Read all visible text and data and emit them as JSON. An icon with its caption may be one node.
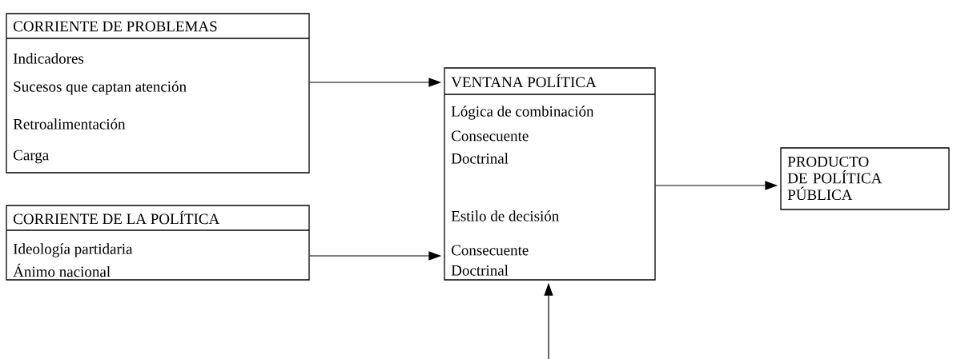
{
  "diagram": {
    "nodes": [
      {
        "text": [
          "CORRIENTE DE PROBLEMAS",
          "Indicadores",
          "Sucesos que captan atención",
          "Retroalimentación",
          "Carga"
        ]
      },
      {
        "text": [
          "CORRIENTE DE LA POLÍTICA",
          "Ideología partidaria",
          "Ánimo nacional"
        ]
      },
      {
        "text": [
          "VENTANA POLÍTICA",
          "Lógica de combinación",
          "Consecuente",
          "Doctrinal",
          "Estilo de decisión",
          "Consecuente",
          "Doctrinal"
        ]
      },
      {
        "text": [
          "PRODUCTO DE POLÍTICA PÚBLICA"
        ]
      }
    ],
    "edges": [
      {
        "from": 0,
        "to": 2,
        "arrow": "to"
      },
      {
        "from": 1,
        "to": 2,
        "arrow": "to"
      },
      {
        "from": 2,
        "to": 3,
        "arrow": "to"
      },
      {
        "from": null,
        "to": 2,
        "arrow": "to"
      }
    ]
  }
}
